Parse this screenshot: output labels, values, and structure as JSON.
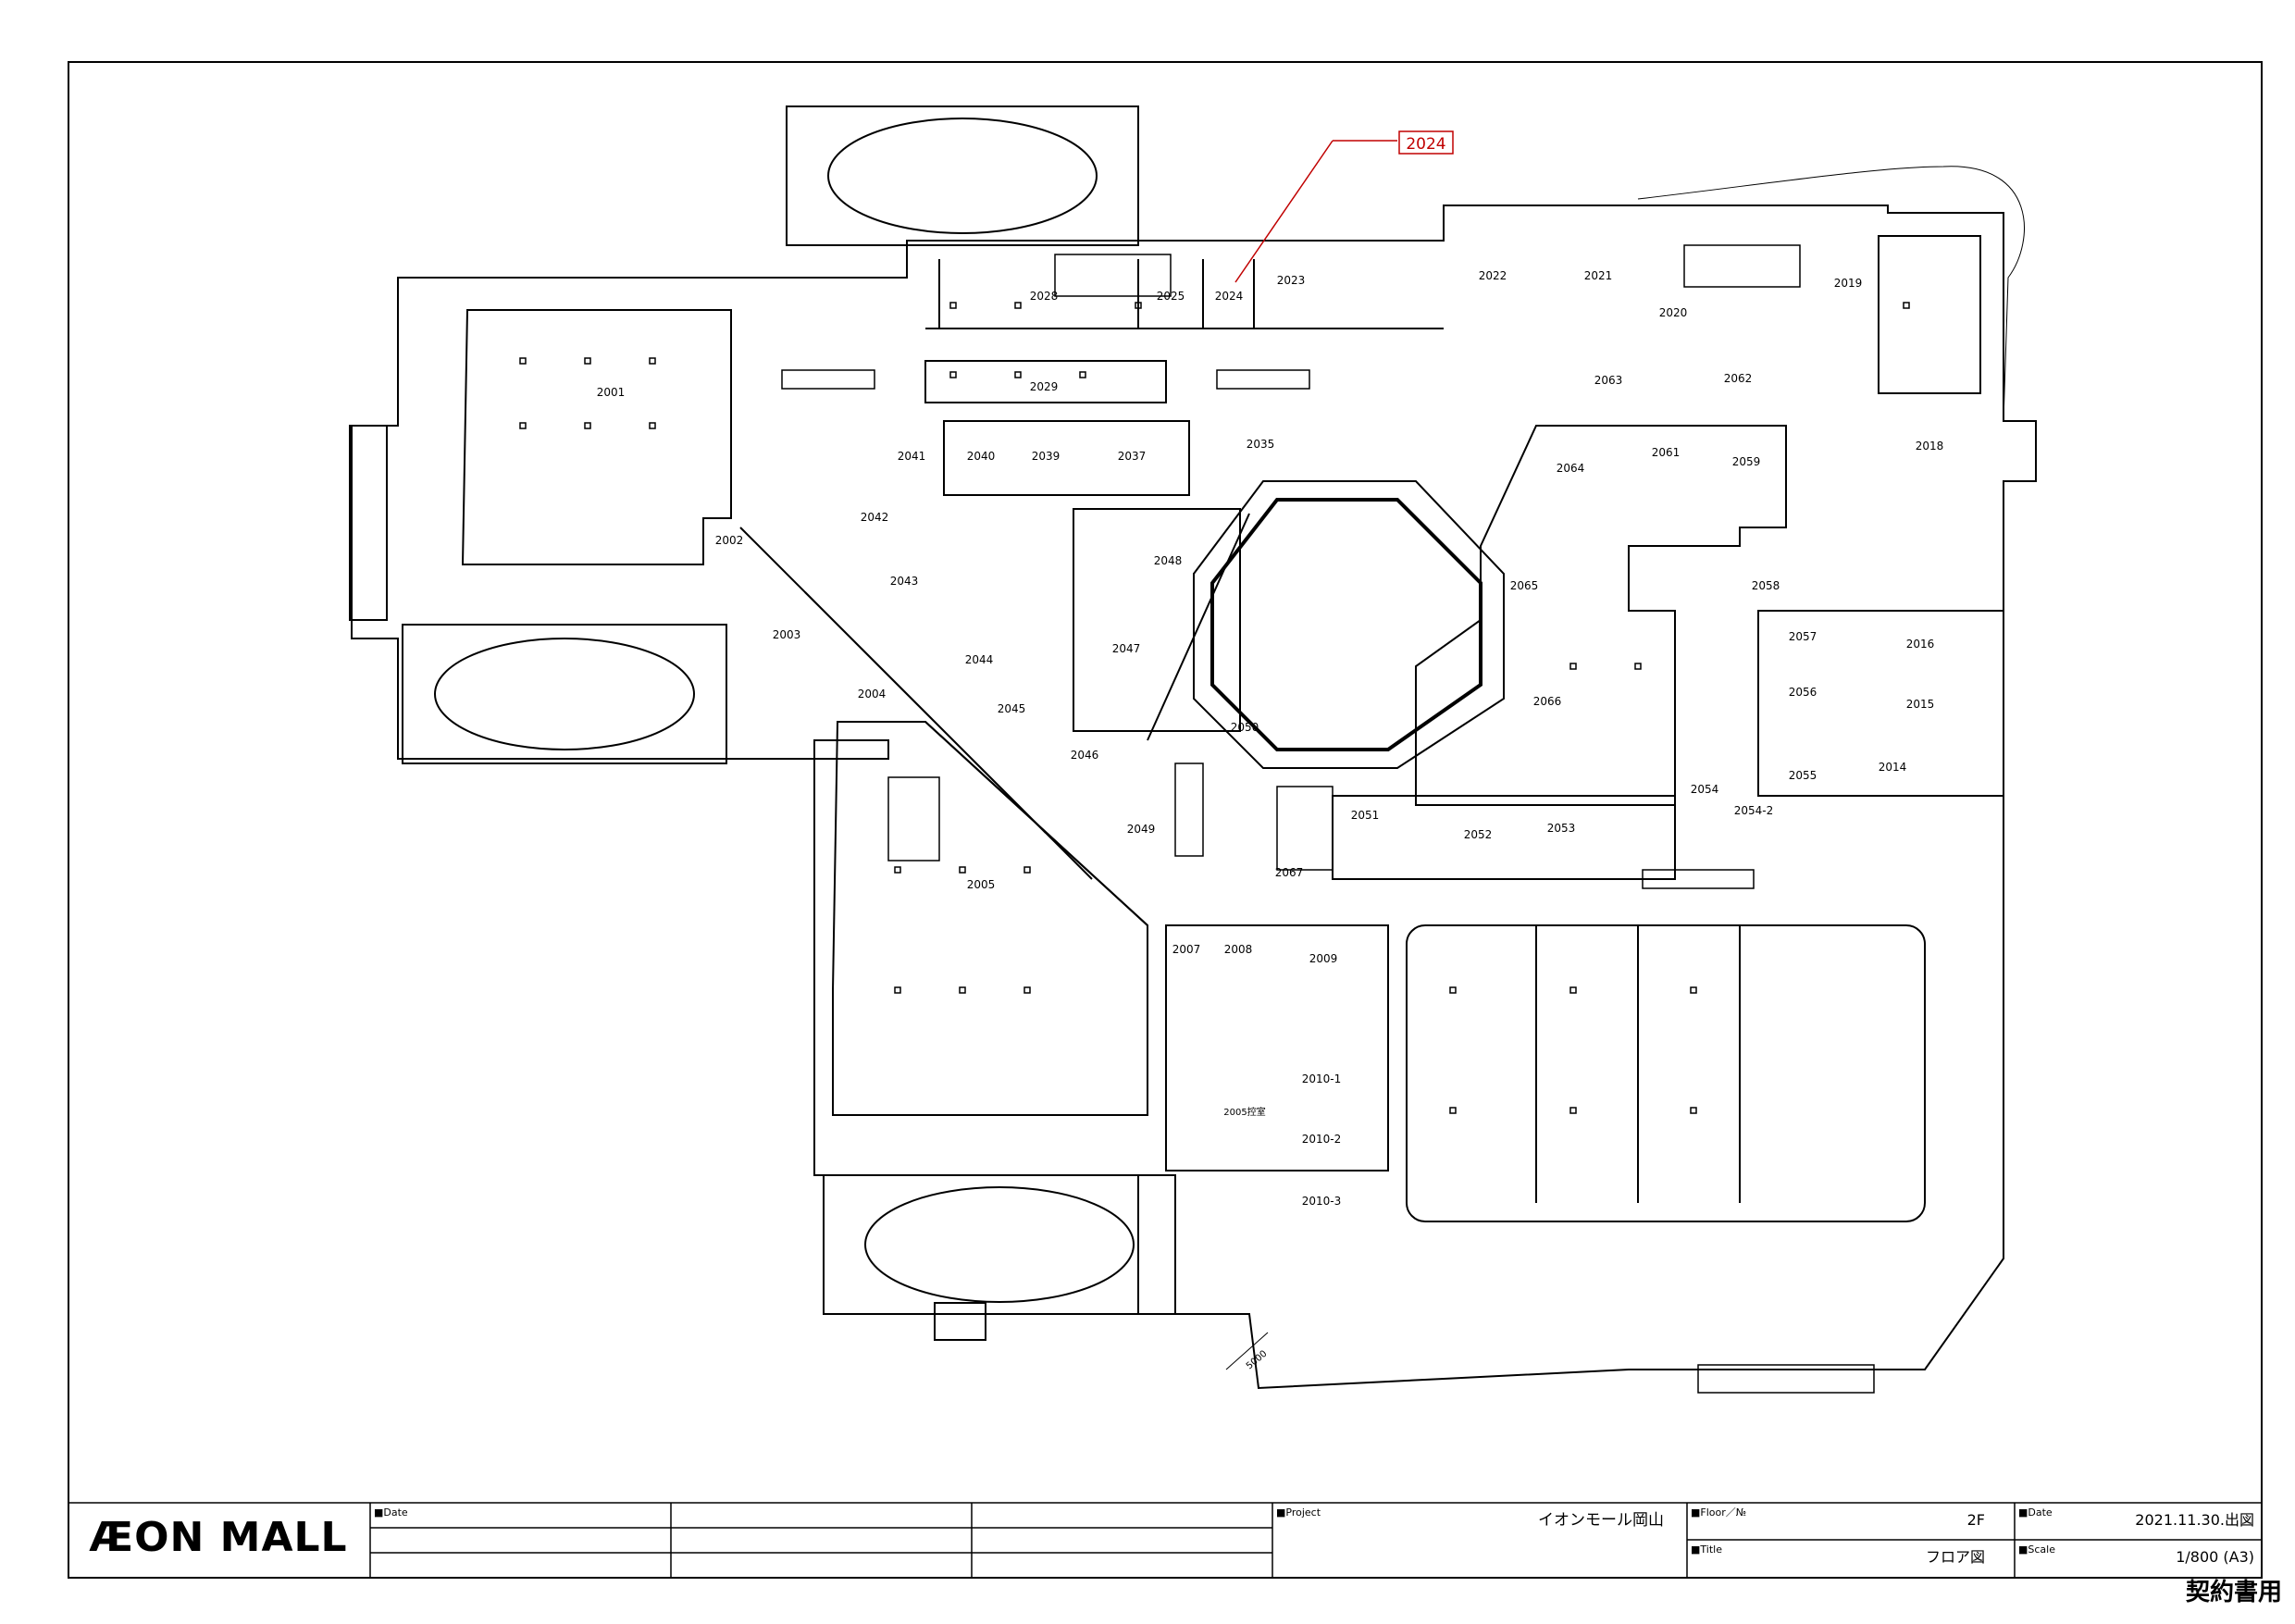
{
  "callout": {
    "label": "2024"
  },
  "units": [
    "2001",
    "2002",
    "2003",
    "2004",
    "2005",
    "2007",
    "2008",
    "2009",
    "2010-1",
    "2010-2",
    "2010-3",
    "2005控室",
    "2014",
    "2015",
    "2016",
    "2018",
    "2019",
    "2020",
    "2021",
    "2022",
    "2023",
    "2024",
    "2025",
    "2028",
    "2029",
    "2035",
    "2037",
    "2039",
    "2040",
    "2041",
    "2042",
    "2043",
    "2044",
    "2045",
    "2046",
    "2047",
    "2048",
    "2049",
    "2050",
    "2051",
    "2052",
    "2053",
    "2054",
    "2054-2",
    "2055",
    "2056",
    "2057",
    "2058",
    "2059",
    "2061",
    "2062",
    "2063",
    "2064",
    "2065",
    "2066",
    "2067"
  ],
  "dimension": "5000",
  "title_block": {
    "logo": "ÆON MALL",
    "date_label": "■Date",
    "project_label": "■Project",
    "project_value": "イオンモール岡山",
    "floor_label": "■Floor／№",
    "floor_value": "2F",
    "title_label": "■Title",
    "title_value": "フロア図",
    "date2_label": "■Date",
    "date2_value": "2021.11.30.出図",
    "scale_label": "■Scale",
    "scale_value": "1/800 (A3)"
  },
  "stamp": "契約書用"
}
